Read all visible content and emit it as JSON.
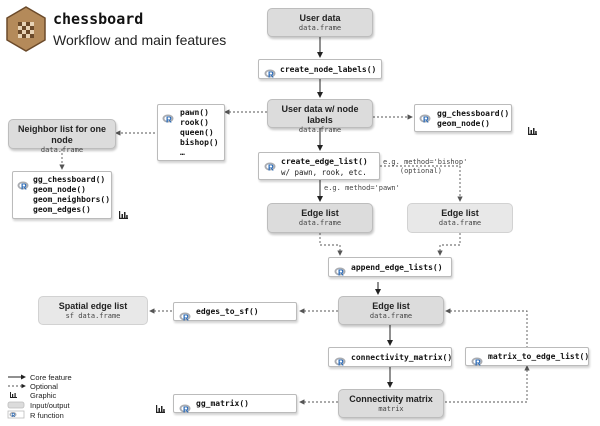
{
  "header": {
    "package_name": "chessboard",
    "subtitle": "Workflow and main features"
  },
  "boxes": {
    "user_data": {
      "title": "User data",
      "sub": "data.frame"
    },
    "create_node_labels": {
      "fn": "create_node_labels()"
    },
    "user_data_labels": {
      "title": "User data w/ node labels",
      "sub": "data.frame"
    },
    "pieces": {
      "lines": [
        "pawn()",
        "rook()",
        "queen()",
        "bishop()",
        "…"
      ]
    },
    "gg_right": {
      "lines": [
        "gg_chessboard()",
        "geom_node()"
      ]
    },
    "neighbor_list": {
      "title": "Neighbor list for one node",
      "sub": "data.frame"
    },
    "gg_left": {
      "lines": [
        "gg_chessboard()",
        "geom_node()",
        "geom_neighbors()",
        "geom_edges()"
      ]
    },
    "create_edge_list": {
      "fn": "create_edge_list()",
      "sub": "w/ pawn, rook, etc."
    },
    "edge_list_1": {
      "title": "Edge list",
      "sub": "data.frame"
    },
    "edge_list_2": {
      "title": "Edge list",
      "sub": "data.frame"
    },
    "append_edge_lists": {
      "fn": "append_edge_lists()"
    },
    "edge_list_main": {
      "title": "Edge list",
      "sub": "data.frame"
    },
    "spatial_edge_list": {
      "title": "Spatial edge list",
      "sub": "sf data.frame"
    },
    "edges_to_sf": {
      "fn": "edges_to_sf()"
    },
    "connectivity_matrix_fn": {
      "fn": "connectivity_matrix()"
    },
    "matrix_to_edge_list": {
      "fn": "matrix_to_edge_list()"
    },
    "connectivity_matrix": {
      "title": "Connectivity matrix",
      "sub": "matrix"
    },
    "gg_matrix": {
      "fn": "gg_matrix()"
    }
  },
  "notes": {
    "method_bishop": "e.g. method='bishop'\n    (optional)",
    "method_pawn": "e.g. method='pawn'"
  },
  "legend": {
    "core": "Core feature",
    "optional": "Optional",
    "graphic": "Graphic",
    "io": "Input/output",
    "rfunc": "R function"
  },
  "colors": {
    "io_fill": "#dcdcdc",
    "r_logo_blue": "#2165b6",
    "r_logo_grey": "#a9abb0",
    "hex_logo": "#b48a5a"
  }
}
